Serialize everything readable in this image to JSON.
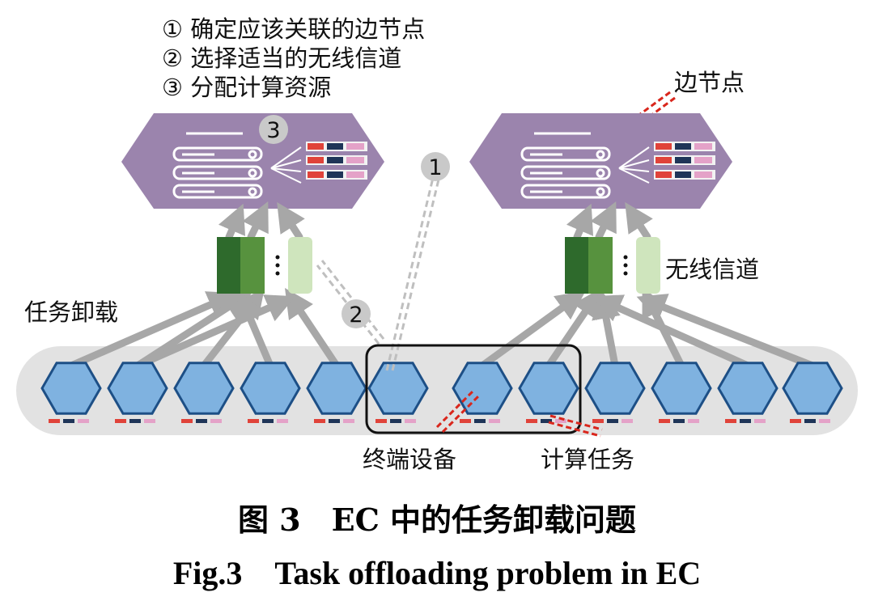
{
  "steps": [
    "① 确定应该关联的边节点",
    "② 选择适当的无线信道",
    "③ 分配计算资源"
  ],
  "labels": {
    "edge_node": "边节点",
    "wireless_channel": "无线信道",
    "task_offload": "任务卸载",
    "terminal_device": "终端设备",
    "compute_task": "计算任务"
  },
  "markers": {
    "one": "1",
    "two": "2",
    "three": "3"
  },
  "caption": {
    "cn": "图 3　EC 中的任务卸载问题",
    "en": "Fig.3　Task offloading problem in EC"
  },
  "colors": {
    "edge_server": "#9b84ad",
    "device": "#7fb2e0",
    "device_edge": "#1d4f86",
    "device_band": "#e2e2e2",
    "arrow": "#a7a7a7",
    "highlight": "#d9261c",
    "channel_dark": "#2e6a2c",
    "channel_mid": "#57923e",
    "channel_light": "#cfe5bd"
  }
}
